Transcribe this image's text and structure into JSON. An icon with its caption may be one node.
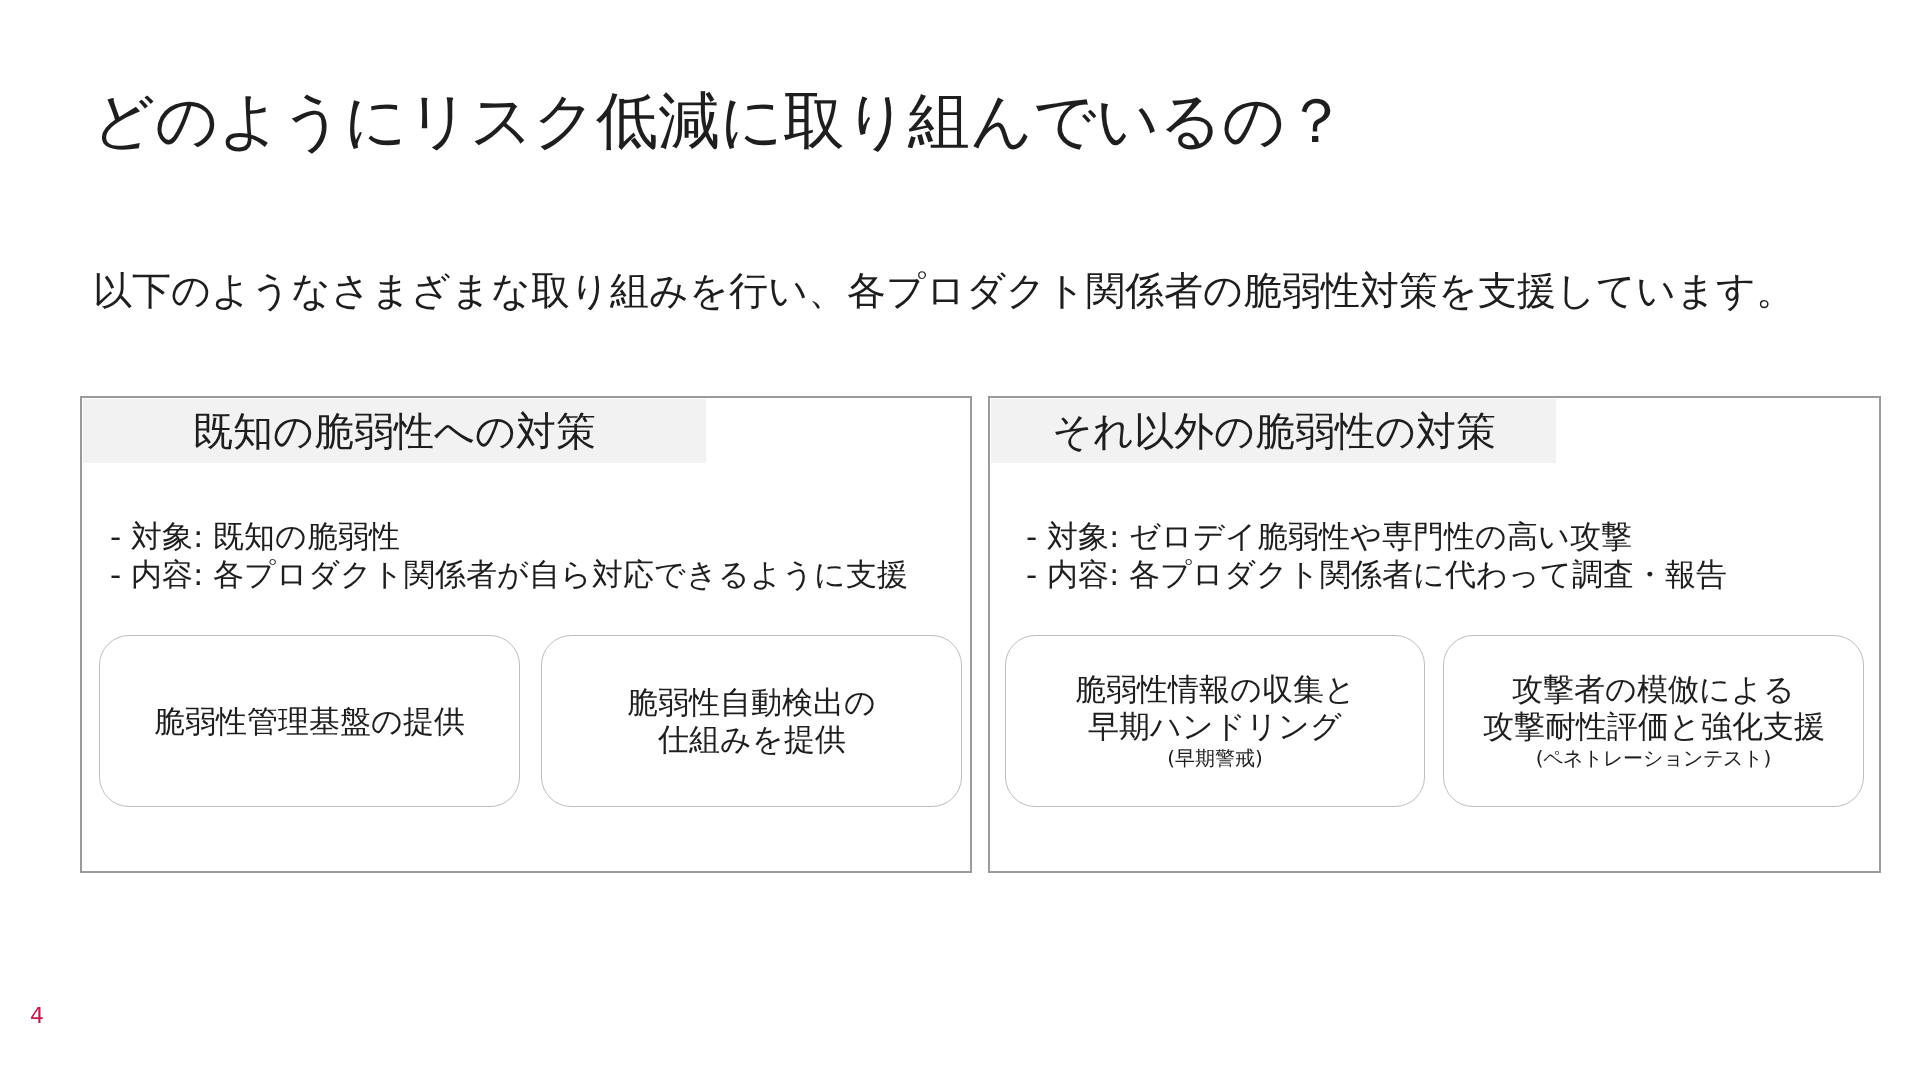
{
  "diagram": {
    "title": "どのようにリスク低減に取り組んでいるの？",
    "nodes": [
      {
        "text": [
          "既知の脆弱性への対策",
          "- 対象: 既知の脆弱性",
          "- 内容: 各プロダクト関係者が自ら対応できるように支援"
        ]
      },
      {
        "text": [
          "脆弱性管理基盤の提供"
        ],
        "in": 0
      },
      {
        "text": [
          "脆弱性自動検出の仕組みを提供"
        ],
        "in": 0
      },
      {
        "text": [
          "それ以外の脆弱性の対策",
          "- 対象: ゼロデイ脆弱性や専門性の高い攻撃",
          "- 内容: 各プロダクト関係者に代わって調査・報告"
        ]
      },
      {
        "text": [
          "脆弱性情報の収集と早期ハンドリング",
          "(早期警戒)"
        ],
        "in": 3
      },
      {
        "text": [
          "攻撃者の模倣による攻撃耐性評価と強化支援",
          "(ペネトレーションテスト)"
        ],
        "in": 3
      }
    ],
    "labels": [
      "以下のようなさまざまな取り組みを行い、各プロダクト関係者の脆弱性対策を支援しています。",
      "4"
    ]
  }
}
